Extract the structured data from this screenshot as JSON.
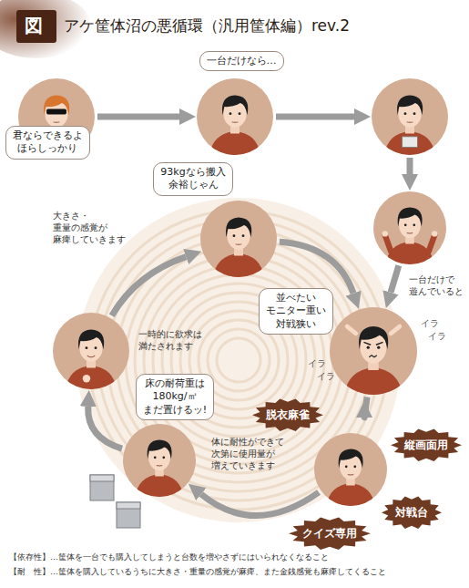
{
  "diagram": {
    "title": "アケ筐体沼の悪循環（汎用筐体編）rev.2",
    "nodes": [
      {
        "text": [
          "君ならできるよ ほらしっかり"
        ]
      },
      {
        "text": [
          "一台だけなら…"
        ]
      },
      {
        "text": []
      },
      {
        "text": [
          "93kgなら搬入 余裕じゃん",
          "大きさ・重量の感覚が 麻痺していきます"
        ]
      },
      {
        "text": [
          "一台だけで 遊んでいると"
        ]
      },
      {
        "text": [
          "一時的に欲求は 満たされます"
        ]
      },
      {
        "text": [
          "並べたい モニター重い 対戦狭い"
        ]
      },
      {
        "text": [
          "床の耐荷重は 180kg/㎡ まだ置けるッ!"
        ]
      },
      {
        "text": [
          "体に耐性ができて 次第に使用量が 増えていきます"
        ]
      },
      {
        "text": [
          "脱衣麻雀"
        ]
      },
      {
        "text": [
          "縦画面用"
        ]
      },
      {
        "text": [
          "クイズ専用"
        ]
      },
      {
        "text": [
          "対戦台"
        ]
      }
    ],
    "edges": [
      {
        "from": 0,
        "to": 1,
        "arrow": "to"
      },
      {
        "from": 1,
        "to": 2,
        "arrow": "to"
      },
      {
        "from": 2,
        "to": 4,
        "arrow": "to"
      },
      {
        "from": 4,
        "to": 6,
        "arrow": "to"
      },
      {
        "from": 6,
        "to": 8,
        "arrow": "to"
      },
      {
        "from": 8,
        "to": 7,
        "arrow": "to"
      },
      {
        "from": 7,
        "to": 5,
        "arrow": "to"
      },
      {
        "from": 5,
        "to": 3,
        "arrow": "to"
      },
      {
        "from": 3,
        "to": 6,
        "arrow": "to"
      }
    ],
    "labels": [
      "図",
      "イラ",
      "イラ",
      "イラ",
      "イラ",
      "【依存性】…筐体を一台でも購入してしまうと台数を増やさずにはいられなくなること",
      "【耐　性】…筐体を購入しているうちに大きさ・重量の感覚が麻痺、また金銭感覚も麻痺してくること"
    ]
  }
}
